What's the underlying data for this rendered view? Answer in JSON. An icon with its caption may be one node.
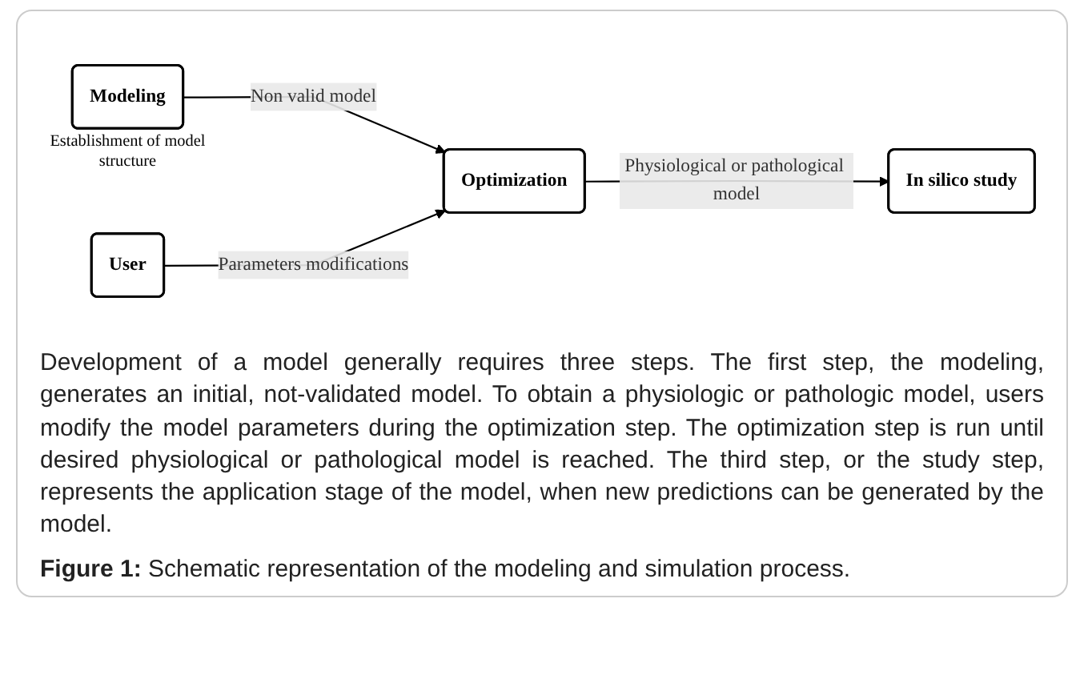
{
  "diagram": {
    "caption": "**Figure 1:** Schematic representation of the modeling and simulation process.",
    "nodes": [
      {
        "text": [
          "Modeling"
        ],
        "beside": [
          "Establishment of model structure"
        ]
      },
      {
        "text": [
          "Optimization"
        ]
      },
      {
        "text": [
          "In silico study"
        ]
      },
      {
        "text": [
          "User"
        ]
      }
    ],
    "edges": [
      {
        "from": 0,
        "to": 1,
        "arrow": "to",
        "label": "Non valid model"
      },
      {
        "from": 1,
        "to": 2,
        "arrow": "to",
        "label": "Physiological or pathological model"
      },
      {
        "from": 3,
        "to": 1,
        "arrow": "to",
        "label": "Parameters modifications"
      }
    ],
    "labels": [
      "Development of a model generally requires three steps. The first step, the modeling, generates an initial, not-validated model. To obtain a physiologic or pathologic model, users modify the model parameters during the optimization step. The optimization step is run until desired physiological or pathological model is reached. The third step, or the study step, represents the application stage of the model, when new predictions can be generated by the model."
    ]
  }
}
